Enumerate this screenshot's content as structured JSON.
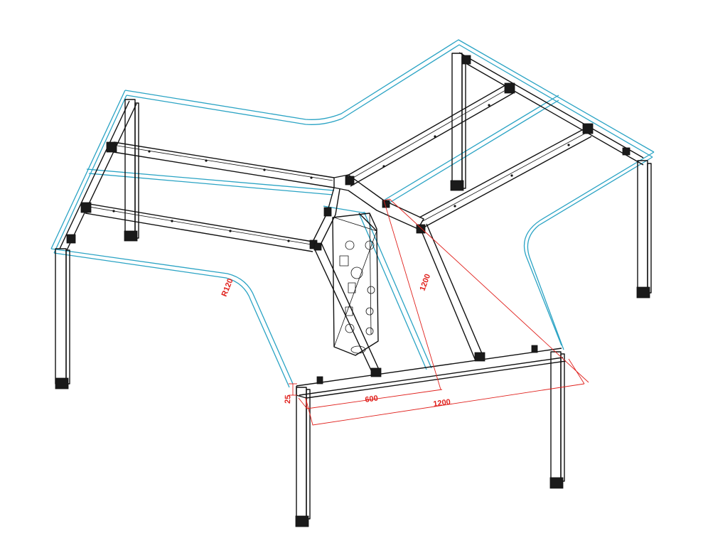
{
  "drawing": {
    "colors": {
      "frame": "#111111",
      "tabletop_outline": "#2aa3c4",
      "dimension": "#e0201c",
      "background": "#ffffff"
    },
    "dimensions": {
      "radius_label": "R120",
      "thickness_label": "25",
      "depth_label": "1200",
      "half_width_label": "600",
      "width_label": "1200"
    }
  }
}
